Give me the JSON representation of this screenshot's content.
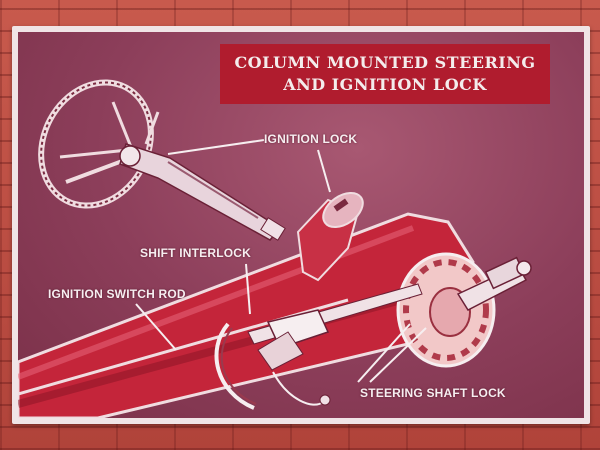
{
  "title": "COLUMN MOUNTED STEERING\nAND IGNITION LOCK",
  "labels": {
    "ignition_lock": "IGNITION LOCK",
    "shift_interlock": "SHIFT INTERLOCK",
    "ignition_switch_rod": "IGNITION SWITCH ROD",
    "steering_shaft_lock": "STEERING SHAFT LOCK"
  },
  "colors": {
    "title_background": "#b01c2e",
    "panel": "#8c3e5a",
    "column": "#c4253a",
    "label_text": "#f6eef0"
  }
}
